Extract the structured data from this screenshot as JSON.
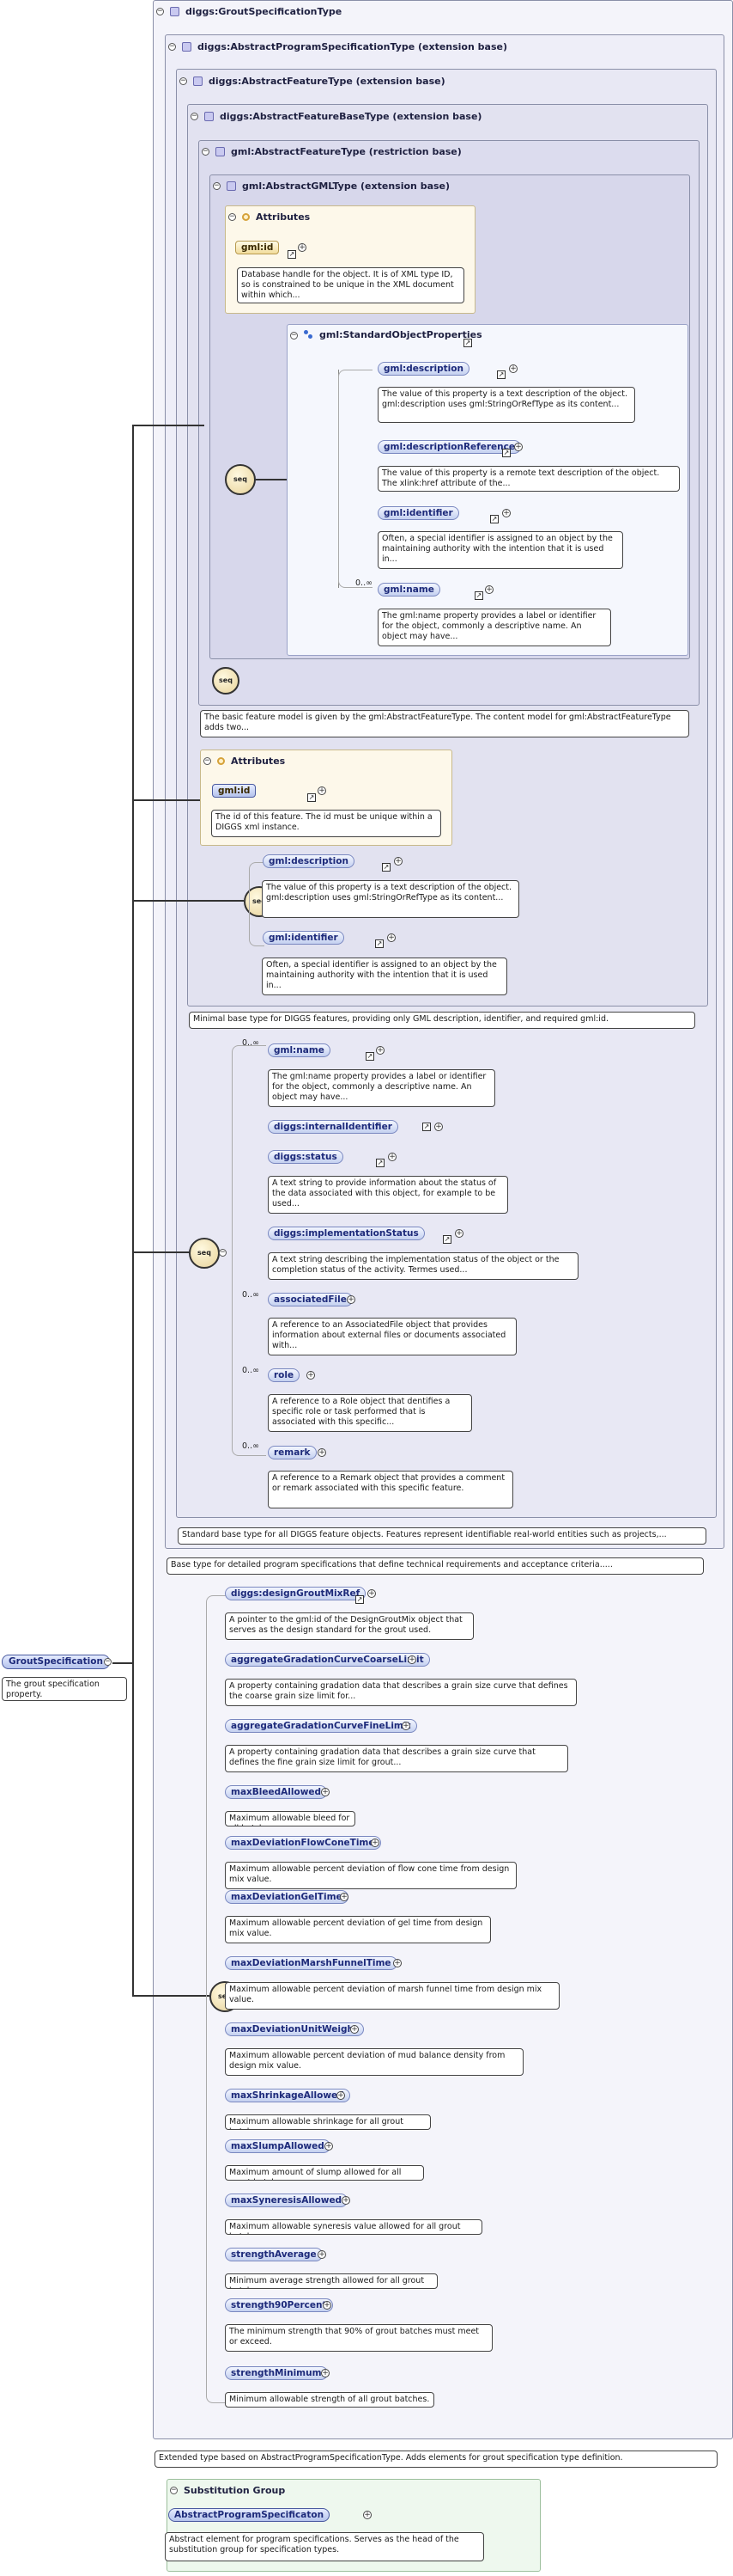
{
  "root": {
    "name": "GroutSpecification",
    "desc": "The grout specification property."
  },
  "types": {
    "grout_spec": "diggs:GroutSpecificationType",
    "abstract_program": "diggs:AbstractProgramSpecificationType (extension base)",
    "abstract_feature": "diggs:AbstractFeatureType (extension base)",
    "abstract_feature_base": "diggs:AbstractFeatureBaseType (extension base)",
    "gml_feature": "gml:AbstractFeatureType (restriction base)",
    "gml_gml": "gml:AbstractGMLType (extension base)"
  },
  "gml_attributes": {
    "title": "Attributes",
    "id_name": "gml:id",
    "id_desc": "Database handle for the object. It is of XML type ID, so is constrained to be unique in the XML document within which..."
  },
  "standard_props": {
    "title": "gml:StandardObjectProperties",
    "items": [
      {
        "name": "gml:description",
        "mult": "",
        "desc": "The value of this property is a text description of the object. gml:description uses gml:StringOrRefType as its content..."
      },
      {
        "name": "gml:descriptionReference",
        "mult": "",
        "desc": "The value of this property is a remote text description of the object. The xlink:href attribute of the..."
      },
      {
        "name": "gml:identifier",
        "mult": "",
        "desc": "Often, a special identifier is assigned to an object by the maintaining authority with the intention that it is used in..."
      },
      {
        "name": "gml:name",
        "mult": "0..∞",
        "desc": "The gml:name property provides a label or identifier for the object, commonly a descriptive name. An object may have..."
      }
    ]
  },
  "gml_feature_desc": "The basic feature model is given by the gml:AbstractFeatureType. The content model for gml:AbstractFeatureType adds two...",
  "base_attributes": {
    "title": "Attributes",
    "id_name": "gml:id",
    "id_desc": "The id of this feature. The id must be unique within a DIGGS xml instance."
  },
  "base_items": [
    {
      "name": "gml:description",
      "desc": "The value of this property is a text description of the object. gml:description uses gml:StringOrRefType as its content..."
    },
    {
      "name": "gml:identifier",
      "desc": "Often, a special identifier is assigned to an object by the maintaining authority with the intention that it is used in..."
    }
  ],
  "base_desc": "Minimal base type for DIGGS features, providing only GML description, identifier, and required gml:id.",
  "feature_items": [
    {
      "name": "gml:name",
      "mult": "0..∞",
      "desc": "The gml:name property provides a label or identifier for the object, commonly a descriptive name. An object may have..."
    },
    {
      "name": "diggs:internalIdentifier",
      "mult": "",
      "desc": ""
    },
    {
      "name": "diggs:status",
      "mult": "",
      "desc": "A text string to provide information about the status of the data associated with this object, for example to be used..."
    },
    {
      "name": "diggs:implementationStatus",
      "mult": "",
      "desc": "A text string describing the implementation status of the object or the completion status of the activity. Termes used..."
    },
    {
      "name": "associatedFile",
      "mult": "0..∞",
      "desc": "A reference to an AssociatedFile object that provides information about external files or documents associated with..."
    },
    {
      "name": "role",
      "mult": "0..∞",
      "desc": "A reference to a Role object that dentifies a specific role or task performed that is associated with this specific..."
    },
    {
      "name": "remark",
      "mult": "0..∞",
      "desc": "A reference to a Remark object that provides a comment or remark associated with this specific feature."
    }
  ],
  "feature_desc": "Standard base type for all DIGGS feature objects. Features represent identifiable real-world entities such as projects,...",
  "program_desc": "Base type for detailed program specifications that define technical requirements and acceptance criteria.....",
  "grout_items": [
    {
      "name": "diggs:designGroutMixRef",
      "desc": "A pointer to the gml:id of the DesignGroutMix object that serves as the design standard for the grout used."
    },
    {
      "name": "aggregateGradationCurveCoarseLimit",
      "desc": "A property containing gradation data that describes a grain size curve that defines the coarse grain size limit for..."
    },
    {
      "name": "aggregateGradationCurveFineLimit",
      "desc": "A property containing gradation data that describes a grain size curve that defines the fine grain size limit for grout..."
    },
    {
      "name": "maxBleedAllowed",
      "desc": "Maximum allowable bleed for all batches."
    },
    {
      "name": "maxDeviationFlowConeTime",
      "desc": "Maximum allowable percent deviation of flow cone time from design mix value."
    },
    {
      "name": "maxDeviationGelTime",
      "desc": "Maximum allowable percent deviation of gel time from design mix value."
    },
    {
      "name": "maxDeviationMarshFunnelTime",
      "desc": "Maximum allowable percent deviation of marsh funnel time from design mix value."
    },
    {
      "name": "maxDeviationUnitWeight",
      "desc": "Maximum allowable percent deviation of mud balance density from design mix value."
    },
    {
      "name": "maxShrinkageAllowed",
      "desc": "Maximum allowable shrinkage for all grout batches."
    },
    {
      "name": "maxSlumpAllowed",
      "desc": "Maximum amount of slump allowed for all grout batches."
    },
    {
      "name": "maxSyneresisAllowed",
      "desc": "Maximum allowable syneresis value allowed for all grout batches."
    },
    {
      "name": "strengthAverage",
      "desc": "Minimum average strength allowed for all grout batches."
    },
    {
      "name": "strength90Percent",
      "desc": "The minimum strength that 90% of grout batches must meet or exceed."
    },
    {
      "name": "strengthMinimum",
      "desc": "Minimum allowable strength of all grout batches."
    }
  ],
  "grout_desc": "Extended type based on AbstractProgramSpecificationType. Adds elements for grout specification type definition.",
  "substitution": {
    "title": "Substitution Group",
    "name": "AbstractProgramSpecificaton",
    "desc": "Abstract element for program specifications. Serves as the head of the substitution group for specification types."
  },
  "icons": {
    "collapse": "−",
    "link": "↗",
    "expand": "+",
    "sequence": "seq"
  }
}
